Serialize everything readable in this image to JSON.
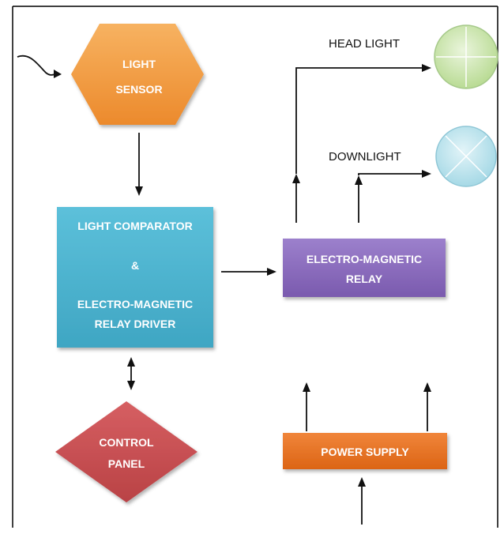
{
  "nodes": {
    "light_sensor": {
      "line1": "LIGHT",
      "line2": "SENSOR"
    },
    "comparator": {
      "line1": "LIGHT COMPARATOR",
      "line2": "&",
      "line3": "ELECTRO-MAGNETIC",
      "line4": "RELAY DRIVER"
    },
    "relay": {
      "line1": "ELECTRO-MAGNETIC",
      "line2": "RELAY"
    },
    "control_panel": {
      "line1": "CONTROL",
      "line2": "PANEL"
    },
    "power_supply": {
      "label": "POWER SUPPLY"
    }
  },
  "outputs": {
    "head_light": "HEAD LIGHT",
    "downlight": "DOWNLIGHT"
  },
  "colors": {
    "sensor": "#f39a3d",
    "comparator": "#4cb3cf",
    "relay": "#8a6bbd",
    "control_panel": "#c94f52",
    "power_supply": "#e8701f",
    "head_lamp": "#cfe7b4",
    "down_lamp": "#bfe6f0"
  }
}
